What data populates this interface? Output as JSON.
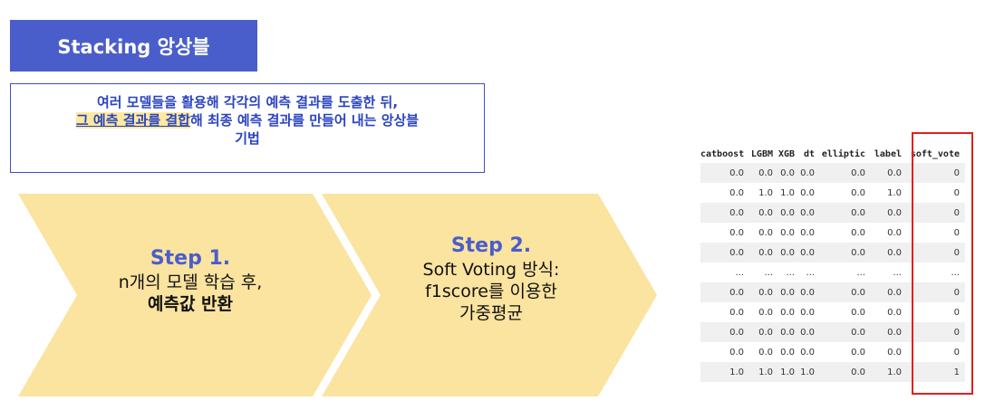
{
  "title": "Stacking 앙상블",
  "description": {
    "line1": "여러 모델들을 활용해 각각의 예측 결과를 도출한 뒤,",
    "line2_highlight": "그 예측 결과를 결합",
    "line2_rest": "해 최종 예측 결과를 만들어 내는 앙상블",
    "line3": "기법"
  },
  "steps": [
    {
      "title": "Step 1.",
      "line1": "n개의 모델 학습 후,",
      "line2": "예측값 반환"
    },
    {
      "title": "Step 2.",
      "line1": "Soft Voting 방식:",
      "line2": "f1score를 이용한",
      "line3": "가중평균"
    }
  ],
  "colors": {
    "accent": "#4a5ecb",
    "arrow_fill": "#fbe3a0",
    "highlight": "#fde9a0",
    "frame": "#e02020"
  },
  "table": {
    "columns": [
      "catboost",
      "LGBM",
      "XGB",
      "dt",
      "elliptic",
      "label",
      "soft_vote"
    ],
    "rows": [
      [
        "0.0",
        "0.0",
        "0.0",
        "0.0",
        "0.0",
        "0.0",
        "0"
      ],
      [
        "0.0",
        "1.0",
        "1.0",
        "0.0",
        "0.0",
        "1.0",
        "0"
      ],
      [
        "0.0",
        "0.0",
        "0.0",
        "0.0",
        "0.0",
        "0.0",
        "0"
      ],
      [
        "0.0",
        "0.0",
        "0.0",
        "0.0",
        "0.0",
        "0.0",
        "0"
      ],
      [
        "0.0",
        "0.0",
        "0.0",
        "0.0",
        "0.0",
        "0.0",
        "0"
      ],
      [
        "...",
        "...",
        "...",
        "...",
        "...",
        "...",
        "..."
      ],
      [
        "0.0",
        "0.0",
        "0.0",
        "0.0",
        "0.0",
        "0.0",
        "0"
      ],
      [
        "0.0",
        "0.0",
        "0.0",
        "0.0",
        "0.0",
        "0.0",
        "0"
      ],
      [
        "0.0",
        "0.0",
        "0.0",
        "0.0",
        "0.0",
        "0.0",
        "0"
      ],
      [
        "0.0",
        "0.0",
        "0.0",
        "0.0",
        "0.0",
        "0.0",
        "0"
      ],
      [
        "1.0",
        "1.0",
        "1.0",
        "1.0",
        "0.0",
        "1.0",
        "1"
      ]
    ]
  }
}
